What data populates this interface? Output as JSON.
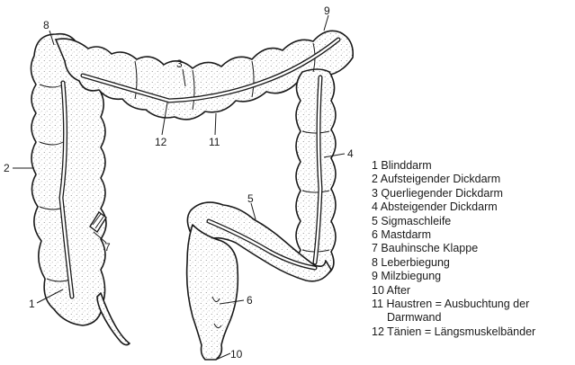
{
  "figure": {
    "callouts": [
      "1",
      "2",
      "3",
      "4",
      "5",
      "6",
      "7",
      "8",
      "9",
      "10",
      "11",
      "12"
    ],
    "stipple_color": "#1a1a1a",
    "outline_color": "#1a1a1a"
  },
  "legend": {
    "items": [
      {
        "text": "1 Blinddarm"
      },
      {
        "text": "2 Aufsteigender Dickdarm"
      },
      {
        "text": "3 Querliegender Dickdarm"
      },
      {
        "text": "4 Absteigender Dickdarm"
      },
      {
        "text": "5 Sigmaschleife"
      },
      {
        "text": "6 Mastdarm"
      },
      {
        "text": "7 Bauhinsche Klappe"
      },
      {
        "text": "8 Leberbiegung"
      },
      {
        "text": "9 Milzbiegung"
      },
      {
        "text": "10 After"
      },
      {
        "text": "11 Haustren = Ausbuchtung der",
        "cont": "Darmwand"
      },
      {
        "text": "12 Tänien = Längsmuskelbänder"
      }
    ]
  }
}
